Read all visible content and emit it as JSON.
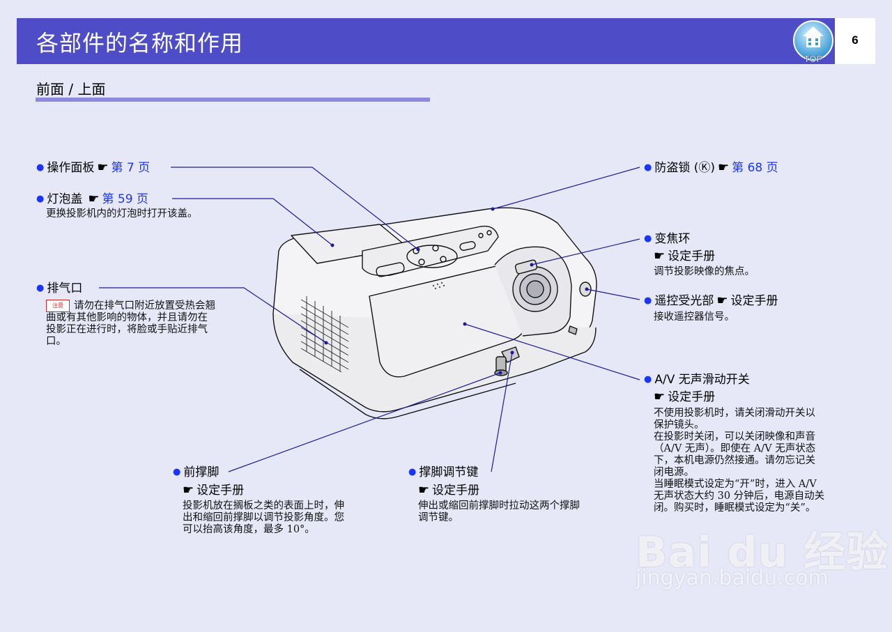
{
  "header": {
    "title": "各部件的名称和作用",
    "page_number": "6",
    "top_label": "TOP"
  },
  "section": {
    "title": "前面 / 上面"
  },
  "callouts": {
    "control_panel": {
      "label": "操作面板",
      "link": "第 7 页"
    },
    "lamp_cover": {
      "label": "灯泡盖",
      "link": "第 59 页",
      "desc": "更换投影机内的灯泡时打开该盖。"
    },
    "exhaust_vent": {
      "label": "排气口",
      "note_badge": "注意",
      "desc_lines": [
        "请勿在排气口附近放置受热会翘",
        "曲或有其他影响的物体，并且请勿在",
        "投影正在进行时，将脸或手贴近排气",
        "口。"
      ]
    },
    "security_slot": {
      "label": "防盗锁 (",
      "label_icon": "Ⓚ",
      "label_end": ")",
      "link": "第 68 页"
    },
    "zoom_ring": {
      "label": "变焦环",
      "link": "设定手册",
      "desc": "调节投影映像的焦点。"
    },
    "remote_receiver": {
      "label": "遥控受光部",
      "link": "设定手册",
      "desc": "接收遥控器信号。"
    },
    "av_mute": {
      "label": "A/V 无声滑动开关",
      "link": "设定手册",
      "desc_lines": [
        "不使用投影机时，请关闭滑动开关以",
        "保护镜头。",
        "在投影时关闭，可以关闭映像和声音",
        "（A/V 无声）。即使在 A/V 无声状态",
        "下，本机电源仍然接通。请勿忘记关",
        "闭电源。",
        "当睡眠模式设定为“开”时，进入 A/V",
        "无声状态大约 30 分钟后，电源自动关",
        "闭。购买时，睡眠模式设定为“关”。"
      ]
    },
    "front_foot": {
      "label": "前撑脚",
      "link": "设定手册",
      "desc_lines": [
        "投影机放在搁板之类的表面上时，伸",
        "出和缩回前撑脚以调节投影角度。您",
        "可以抬高该角度，最多 10°。"
      ]
    },
    "foot_lever": {
      "label": "撑脚调节键",
      "link": "设定手册",
      "desc_lines": [
        "伸出或缩回前撑脚时拉动这两个撑脚",
        "调节键。"
      ]
    }
  },
  "watermark": {
    "brand": "Bai du 经验",
    "url": "jingyan.baidu.com"
  },
  "colors": {
    "header": "#4e4dc7",
    "link": "#1a35ff",
    "background": "#e6e8f8",
    "leader": "#1a1aa0"
  }
}
